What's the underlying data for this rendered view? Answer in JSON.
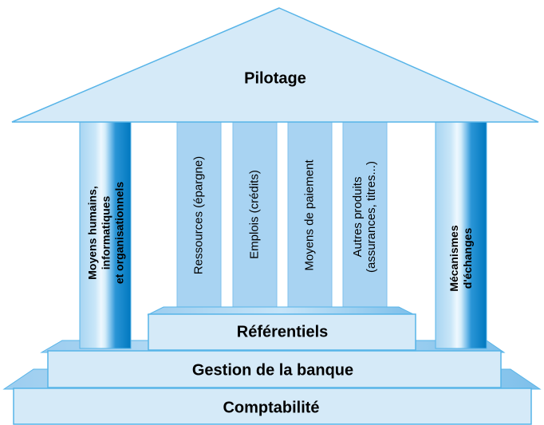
{
  "roof": {
    "label": "Pilotage"
  },
  "columns": {
    "left": "Moyens humains,\ninformatiques\net organisationnels",
    "right": "Mécanismes\nd'échanges"
  },
  "pillars": [
    "Ressources (épargne)",
    "Emplois (crédits)",
    "Moyens de paiement",
    "Autres produits\n(assurances, titres...)"
  ],
  "steps": {
    "top": "Référentiels",
    "middle": "Gestion de la banque",
    "bottom": "Comptabilité"
  },
  "colors": {
    "fill_light": "#d5eaf8",
    "fill_mid": "#a8d3f2",
    "fill_dark": "#0078bf",
    "outline": "#57b4e8"
  }
}
